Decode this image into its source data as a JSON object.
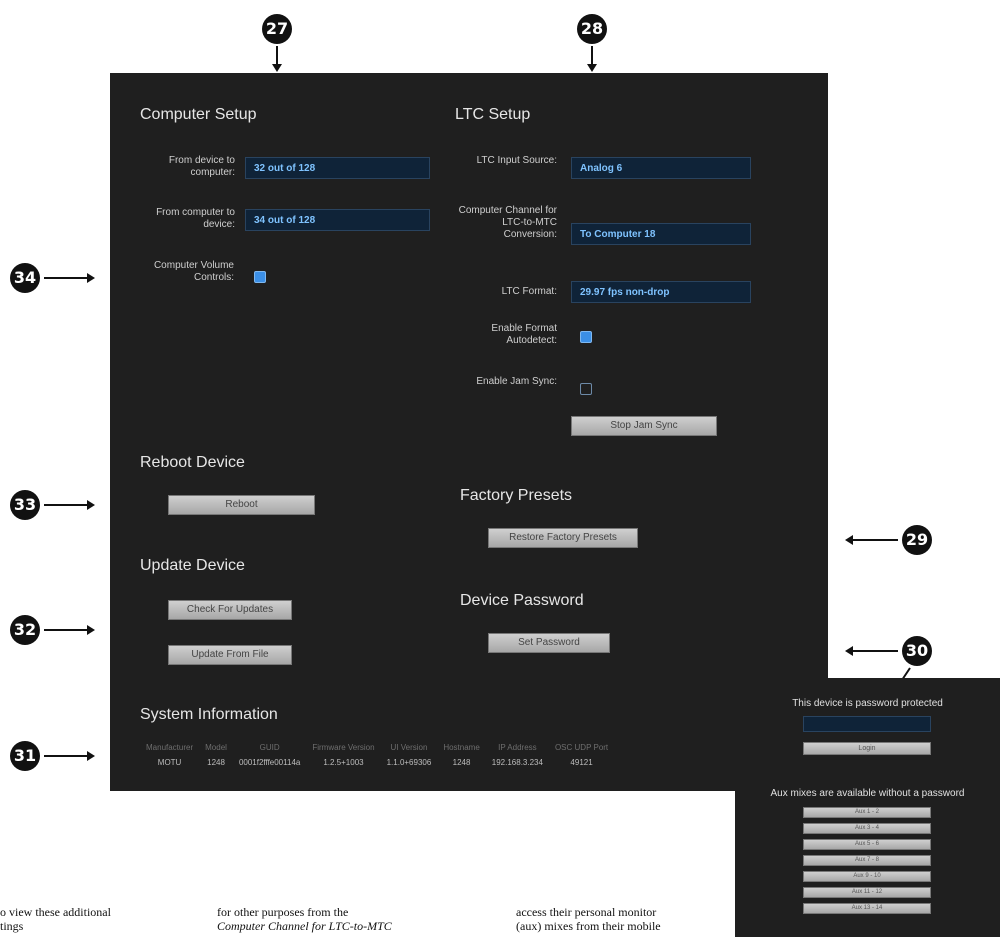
{
  "callouts": {
    "c27": "27",
    "c28": "28",
    "c29": "29",
    "c30": "30",
    "c31": "31",
    "c32": "32",
    "c33": "33",
    "c34": "34"
  },
  "computer_setup": {
    "title": "Computer Setup",
    "from_device_label": "From device to computer:",
    "from_device_value": "32 out of 128",
    "from_computer_label": "From computer to device:",
    "from_computer_value": "34 out of 128",
    "volume_label": "Computer Volume Controls:",
    "volume_checked": true
  },
  "ltc_setup": {
    "title": "LTC Setup",
    "input_source_label": "LTC Input Source:",
    "input_source_value": "Analog 6",
    "channel_label": "Computer Channel for LTC-to-MTC Conversion:",
    "channel_value": "To Computer 18",
    "format_label": "LTC Format:",
    "format_value": "29.97 fps non-drop",
    "autodetect_label": "Enable Format Autodetect:",
    "autodetect_checked": true,
    "jam_label": "Enable Jam Sync:",
    "jam_checked": false,
    "stop_jam_button": "Stop Jam Sync"
  },
  "reboot": {
    "title": "Reboot Device",
    "button": "Reboot"
  },
  "factory": {
    "title": "Factory Presets",
    "button": "Restore Factory Presets"
  },
  "update": {
    "title": "Update Device",
    "check_button": "Check For Updates",
    "file_button": "Update From File"
  },
  "password": {
    "title": "Device Password",
    "button": "Set Password"
  },
  "system_info": {
    "title": "System Information",
    "headers": [
      "Manufacturer",
      "Model",
      "GUID",
      "Firmware Version",
      "UI Version",
      "Hostname",
      "IP Address",
      "OSC UDP Port"
    ],
    "values": [
      "MOTU",
      "1248",
      "0001f2fffe00114a",
      "1.2.5+1003",
      "1.1.0+69306",
      "1248",
      "192.168.3.234",
      "49121"
    ]
  },
  "pw_popup": {
    "title": "This device is password protected",
    "password_value": "",
    "login_button": "Login",
    "aux_title": "Aux mixes are available without a password",
    "aux_buttons": [
      "Aux 1 - 2",
      "Aux 3 - 4",
      "Aux 5 - 6",
      "Aux 7 - 8",
      "Aux 9 - 10",
      "Aux 11 - 12",
      "Aux 13 - 14"
    ]
  },
  "body_text": {
    "col1_line1": "o view these additional",
    "col1_line2": "tings",
    "col2_line1": "for other purposes from the",
    "col2_line2": "Computer Channel for LTC-to-MTC",
    "col3_line1": "access their personal monitor",
    "col3_line2": "(aux) mixes from their mobile"
  },
  "colors": {
    "panel_bg": "#1f1f1f",
    "field_bg": "#0f2338",
    "field_text": "#7fc3ff",
    "checkbox_on": "#3b8fe6"
  }
}
